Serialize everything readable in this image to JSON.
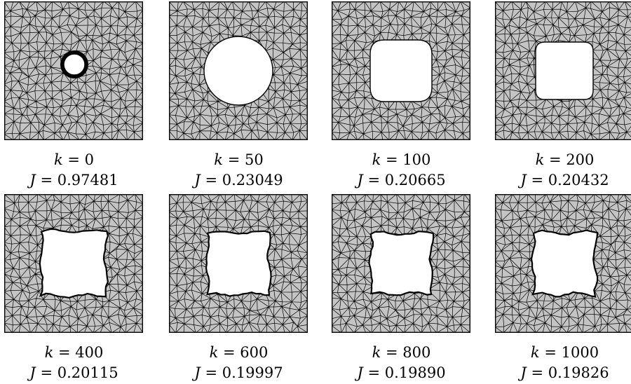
{
  "colors": {
    "mesh_fill": "#c4c4c4",
    "edge": "#000000",
    "hole": "#ffffff"
  },
  "panels": [
    {
      "k_var": "k",
      "k_val": "0",
      "J_var": "J",
      "J_val": "0.97481",
      "hole_shape": "small-circle"
    },
    {
      "k_var": "k",
      "k_val": "50",
      "J_var": "J",
      "J_val": "0.23049",
      "hole_shape": "large-circle"
    },
    {
      "k_var": "k",
      "k_val": "100",
      "J_var": "J",
      "J_val": "0.20665",
      "hole_shape": "rounded-square"
    },
    {
      "k_var": "k",
      "k_val": "200",
      "J_var": "J",
      "J_val": "0.20432",
      "hole_shape": "rounded-square"
    },
    {
      "k_var": "k",
      "k_val": "400",
      "J_var": "J",
      "J_val": "0.20115",
      "hole_shape": "square-wavy-edge"
    },
    {
      "k_var": "k",
      "k_val": "600",
      "J_var": "J",
      "J_val": "0.19997",
      "hole_shape": "square-wavy-edge"
    },
    {
      "k_var": "k",
      "k_val": "800",
      "J_var": "J",
      "J_val": "0.19890",
      "hole_shape": "square-wavy-edge"
    },
    {
      "k_var": "k",
      "k_val": "1000",
      "J_var": "J",
      "J_val": "0.19826",
      "hole_shape": "square-wavy-edge"
    }
  ]
}
